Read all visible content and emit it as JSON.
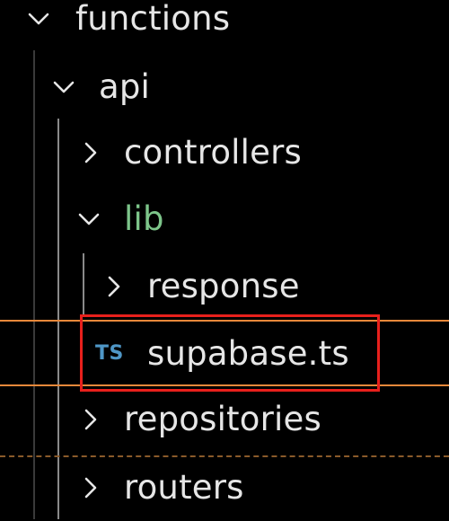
{
  "colors": {
    "background": "#000000",
    "text": "#e6e6e6",
    "modified_folder": "#7dc58a",
    "ts_icon": "#4f97c7",
    "selection_line": "#e8883a",
    "highlight_box": "#e8201c"
  },
  "tree": {
    "items": [
      {
        "label": "functions",
        "icon": "chevron-down-icon",
        "expanded": true
      },
      {
        "label": "api",
        "icon": "chevron-down-icon",
        "expanded": true
      },
      {
        "label": "controllers",
        "icon": "chevron-right-icon",
        "expanded": false
      },
      {
        "label": "lib",
        "icon": "chevron-down-icon",
        "expanded": true
      },
      {
        "label": "response",
        "icon": "chevron-right-icon",
        "expanded": false
      },
      {
        "label": "supabase.ts",
        "icon": "typescript-file-icon",
        "icon_text": "TS",
        "selected": true
      },
      {
        "label": "repositories",
        "icon": "chevron-right-icon",
        "expanded": false
      },
      {
        "label": "routers",
        "icon": "chevron-right-icon",
        "expanded": false
      }
    ]
  }
}
